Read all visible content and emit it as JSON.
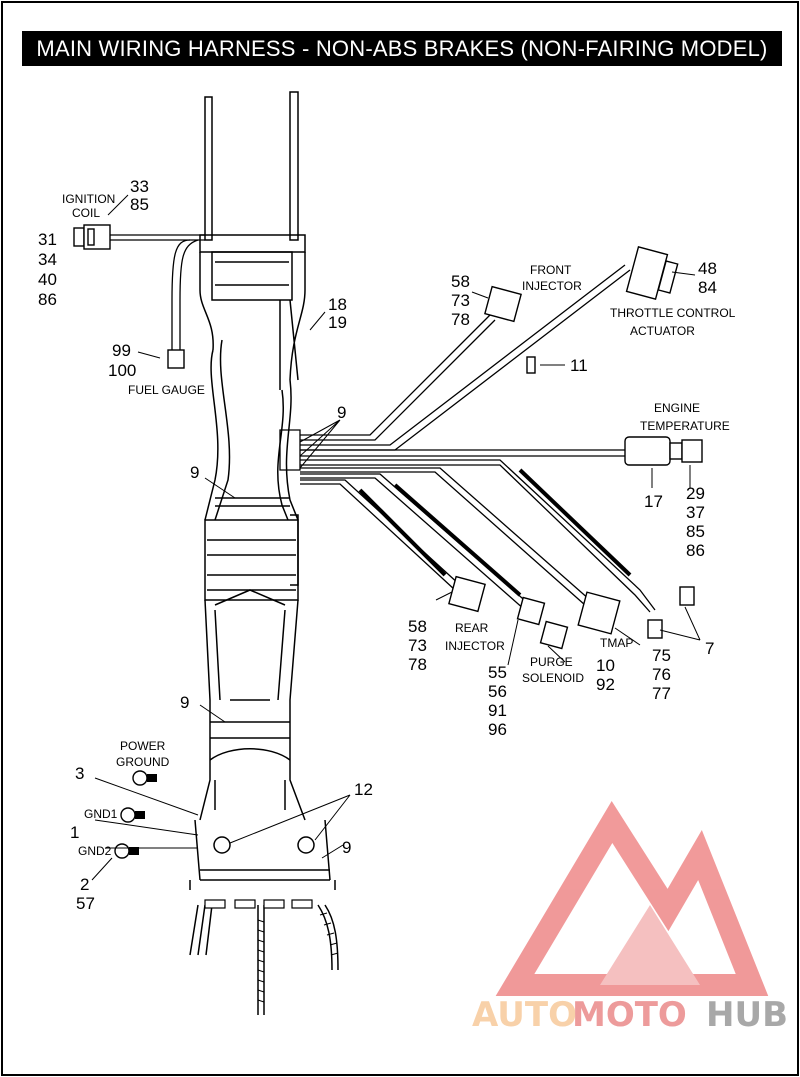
{
  "title": "MAIN WIRING HARNESS - NON-ABS BRAKES (NON-FAIRING MODEL)",
  "components": {
    "ignition_coil": {
      "label": [
        "IGNITION",
        "COIL"
      ],
      "refs_top": [
        "33",
        "85"
      ],
      "refs_left": [
        "31",
        "34",
        "40",
        "86"
      ]
    },
    "fuel_gauge": {
      "label": "FUEL GAUGE",
      "refs": [
        "99",
        "100"
      ]
    },
    "frame_refs": [
      "18",
      "19"
    ],
    "front_injector": {
      "label": [
        "FRONT",
        "INJECTOR"
      ],
      "refs": [
        "58",
        "73",
        "78"
      ]
    },
    "throttle_control": {
      "label": [
        "THROTTLE CONTROL",
        "ACTUATOR"
      ],
      "refs": [
        "48",
        "84"
      ]
    },
    "ref_11": "11",
    "ref_9": "9",
    "engine_temperature": {
      "label": [
        "ENGINE",
        "TEMPERATURE"
      ],
      "ref_17": "17",
      "refs": [
        "29",
        "37",
        "85",
        "86"
      ]
    },
    "rear_injector": {
      "label": [
        "REAR",
        "INJECTOR"
      ],
      "refs": [
        "58",
        "73",
        "78"
      ]
    },
    "purge_solenoid": {
      "label": [
        "PURGE",
        "SOLENOID"
      ],
      "refs_a": [
        "55",
        "56",
        "91",
        "96"
      ],
      "refs_b": [
        "10",
        "92"
      ]
    },
    "tmap": {
      "label": "TMAP",
      "refs": [
        "75",
        "76",
        "77"
      ]
    },
    "ref_7": "7",
    "power_ground": {
      "label": [
        "POWER",
        "GROUND"
      ],
      "ref": "3"
    },
    "gnd1": {
      "label": "GND1",
      "ref": "1"
    },
    "gnd2": {
      "label": "GND2",
      "refs": [
        "2",
        "57"
      ]
    },
    "ref_12": "12"
  },
  "watermark": {
    "part1": "AUTO",
    "part2": "MOTO",
    "part3": "HUB",
    "color_light": "#f7c99b",
    "color_red": "#ea8a8a",
    "color_grey": "#9a9a9a"
  }
}
